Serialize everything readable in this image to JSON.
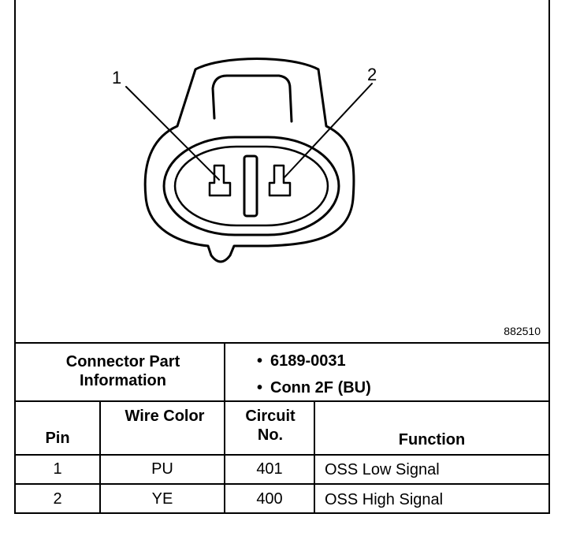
{
  "diagram": {
    "pin_labels": [
      "1",
      "2"
    ],
    "figure_id": "882510"
  },
  "part_info": {
    "heading": "Connector Part Information",
    "items": [
      "6189-0031",
      "Conn 2F (BU)"
    ]
  },
  "table": {
    "headers": {
      "pin": "Pin",
      "wire_color": "Wire Color",
      "circuit_no": "Circuit No.",
      "function": "Function"
    },
    "rows": [
      {
        "pin": "1",
        "wire_color": "PU",
        "circuit_no": "401",
        "function": "OSS Low Signal"
      },
      {
        "pin": "2",
        "wire_color": "YE",
        "circuit_no": "400",
        "function": "OSS High Signal"
      }
    ]
  }
}
